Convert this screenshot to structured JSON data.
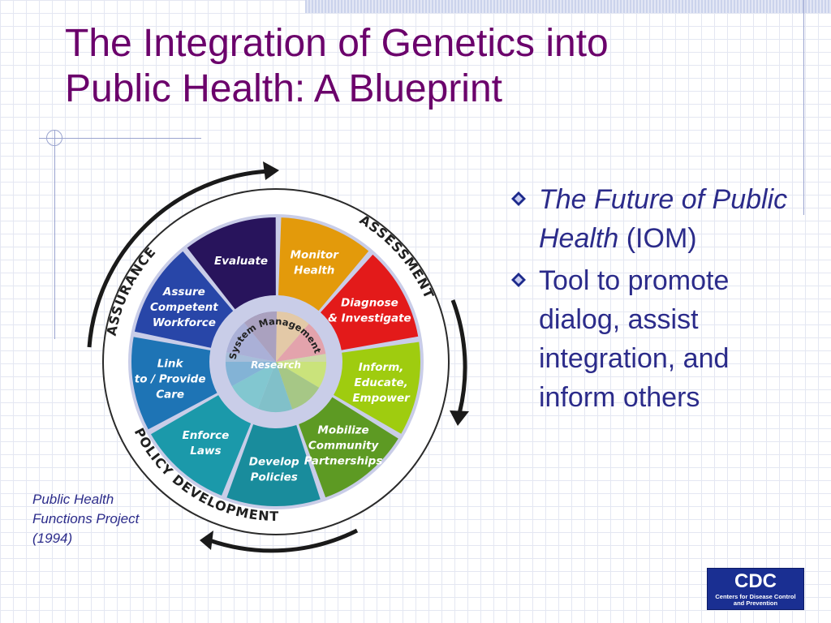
{
  "slide": {
    "title_line1": "The Integration of Genetics into",
    "title_line2": "Public Health: A Blueprint"
  },
  "wheel": {
    "ring_labels": {
      "top_right": "ASSESSMENT",
      "right": "POLICY DEVELOPMENT",
      "left": "ASSURANCE"
    },
    "center": {
      "system_management": "System Management",
      "research": "Research"
    },
    "segments": [
      {
        "key": "monitor",
        "lines": [
          "Monitor",
          "Health"
        ],
        "color": "#e39a0b"
      },
      {
        "key": "diagnose",
        "lines": [
          "Diagnose",
          "& Investigate"
        ],
        "color": "#e31a1a"
      },
      {
        "key": "inform",
        "lines": [
          "Inform,",
          "Educate,",
          "Empower"
        ],
        "color": "#9fcc0f"
      },
      {
        "key": "mobilize",
        "lines": [
          "Mobilize",
          "Community",
          "Partnerships"
        ],
        "color": "#5d9a23"
      },
      {
        "key": "develop",
        "lines": [
          "Develop",
          "Policies"
        ],
        "color": "#198c9c"
      },
      {
        "key": "enforce",
        "lines": [
          "Enforce",
          "Laws"
        ],
        "color": "#1b99aa"
      },
      {
        "key": "link",
        "lines": [
          "Link",
          "to / Provide",
          "Care"
        ],
        "color": "#1e74b5"
      },
      {
        "key": "assure",
        "lines": [
          "Assure",
          "Competent",
          "Workforce"
        ],
        "color": "#2846a8"
      },
      {
        "key": "evaluate",
        "lines": [
          "Evaluate"
        ],
        "color": "#28145c"
      }
    ]
  },
  "bullets": [
    {
      "italic_part": "The Future of Public Health",
      "normal_part": "(IOM)"
    },
    {
      "italic_part": "",
      "normal_part": "Tool to promote dialog, assist integration, and inform others"
    }
  ],
  "source": {
    "line1": "Public Health",
    "line2": "Functions Project",
    "line3": "(1994)"
  },
  "logo": {
    "abbr": "CDC",
    "name_line1": "Centers for Disease Control",
    "name_line2": "and Prevention"
  }
}
